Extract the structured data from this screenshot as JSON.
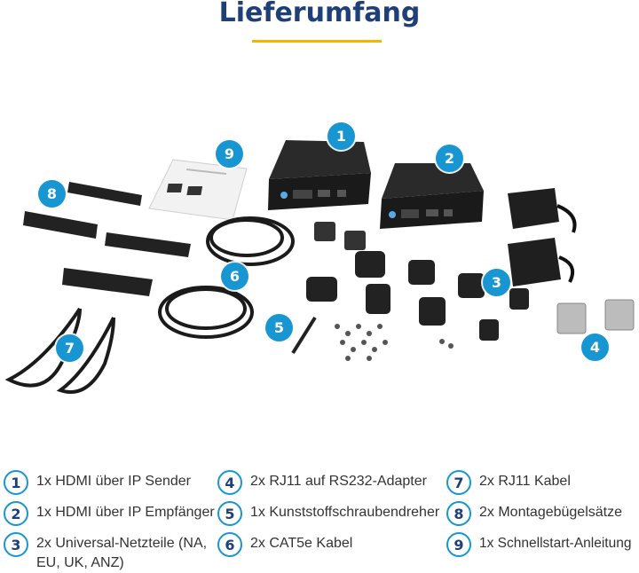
{
  "title": "Lieferumfang",
  "accent_color": "#f5b400",
  "callout_color": "#1796d2",
  "callouts": {
    "c1": "1",
    "c2": "2",
    "c3": "3",
    "c4": "4",
    "c5": "5",
    "c6": "6",
    "c7": "7",
    "c8": "8",
    "c9": "9"
  },
  "legend": [
    {
      "num": "1",
      "line1": "1x HDMI über IP Sender",
      "line2": ""
    },
    {
      "num": "2",
      "line1": "1x HDMI über IP Empfänger",
      "line2": ""
    },
    {
      "num": "3",
      "line1": "2x Universal-Netzteile (NA,",
      "line2": "EU, UK, ANZ)"
    },
    {
      "num": "4",
      "line1": "2x RJ11 auf RS232-Adapter",
      "line2": ""
    },
    {
      "num": "5",
      "line1": "1x Kunststoffschraubendreher",
      "line2": ""
    },
    {
      "num": "6",
      "line1": "2x CAT5e Kabel",
      "line2": ""
    },
    {
      "num": "7",
      "line1": "2x RJ11 Kabel",
      "line2": ""
    },
    {
      "num": "8",
      "line1": "2x Montagebügelsätze",
      "line2": ""
    },
    {
      "num": "9",
      "line1": "1x Schnellstart-Anleitung",
      "line2": ""
    }
  ]
}
